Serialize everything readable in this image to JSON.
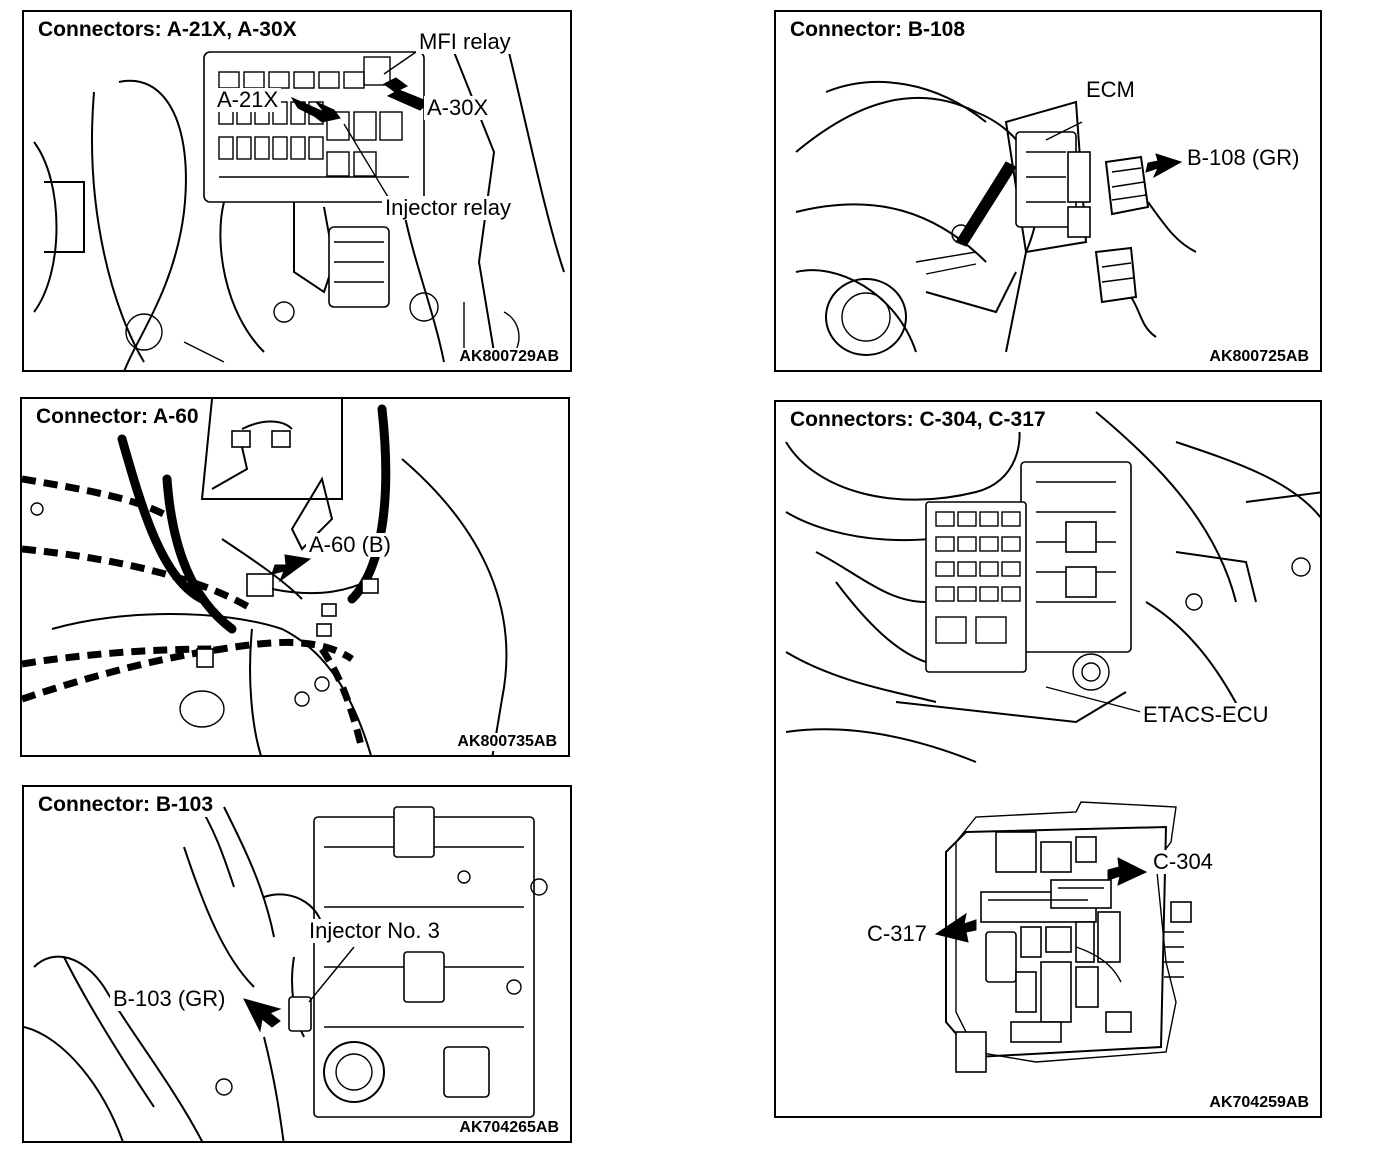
{
  "panels": {
    "p1": {
      "title": "Connectors: A-21X, A-30X",
      "code": "AK800729AB",
      "labels": {
        "mfi_relay": "MFI relay",
        "a21x": "A-21X",
        "a30x": "A-30X",
        "injector_relay": "Injector relay"
      }
    },
    "p2": {
      "title": "Connector: B-108",
      "code": "AK800725AB",
      "labels": {
        "ecm": "ECM",
        "b108": "B-108 (GR)"
      }
    },
    "p3": {
      "title": "Connector: A-60",
      "code": "AK800735AB",
      "labels": {
        "a60": "A-60 (B)"
      }
    },
    "p4": {
      "title": "Connectors: C-304, C-317",
      "code": "AK704259AB",
      "labels": {
        "etacs": "ETACS-ECU",
        "c304": "C-304",
        "c317": "C-317"
      }
    },
    "p5": {
      "title": "Connector: B-103",
      "code": "AK704265AB",
      "labels": {
        "injector3": "Injector No. 3",
        "b103": "B-103 (GR)"
      }
    }
  }
}
